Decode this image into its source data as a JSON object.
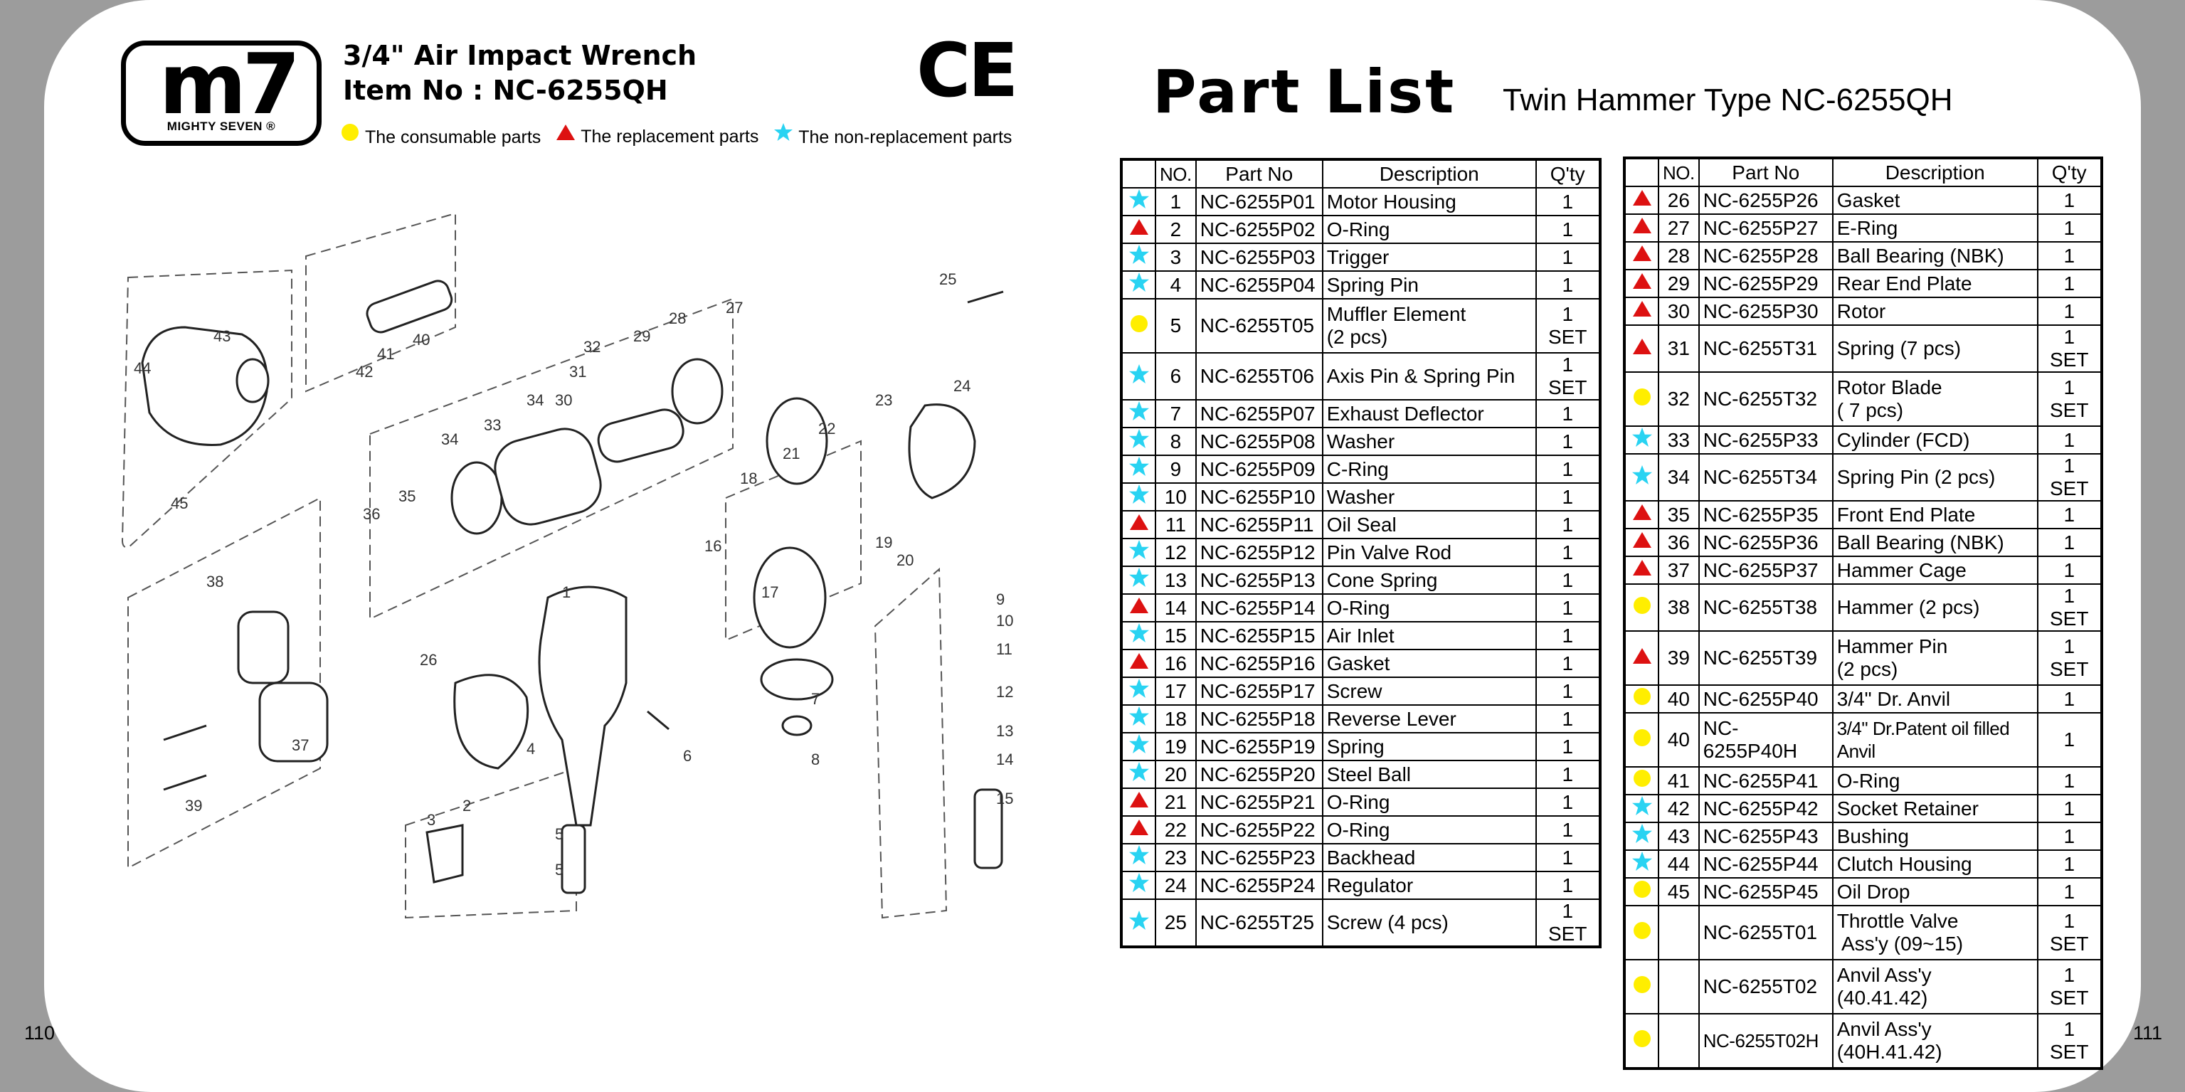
{
  "page_numbers": {
    "left": "110",
    "right": "111"
  },
  "brand": {
    "logo_mark": "m7",
    "logo_subtext": "MIGHTY SEVEN ®"
  },
  "product": {
    "title": "3/4\" Air Impact Wrench",
    "item_label": "Item No : NC-6255QH"
  },
  "certification_mark": "CE",
  "legend": {
    "consumable": {
      "icon": "circle-icon",
      "color": "#ffee00",
      "label": "The consumable parts"
    },
    "replacement": {
      "icon": "triangle-icon",
      "color": "#dd1111",
      "label": "The replacement parts"
    },
    "non_replacement": {
      "icon": "star-icon",
      "color": "#29d3f2",
      "label": "The non-replacement parts"
    }
  },
  "part_list": {
    "title": "Part  List",
    "subtitle": "Twin Hammer Type NC-6255QH"
  },
  "table_headers": {
    "no": "NO.",
    "part_no": "Part No",
    "description": "Description",
    "qty": "Q'ty"
  },
  "diagram_labels": [
    "1",
    "2",
    "3",
    "4",
    "5",
    "5",
    "6",
    "7",
    "8",
    "9",
    "10",
    "11",
    "12",
    "13",
    "14",
    "15",
    "16",
    "17",
    "18",
    "19",
    "20",
    "21",
    "22",
    "23",
    "24",
    "25",
    "26",
    "27",
    "28",
    "29",
    "30",
    "31",
    "32",
    "33",
    "34",
    "34",
    "35",
    "36",
    "37",
    "38",
    "39",
    "40",
    "41",
    "42",
    "43",
    "44",
    "45"
  ],
  "table_left": [
    {
      "type": "star",
      "no": "1",
      "part": "NC-6255P01",
      "desc": "Motor Housing",
      "qty": "1"
    },
    {
      "type": "triangle",
      "no": "2",
      "part": "NC-6255P02",
      "desc": "O-Ring",
      "qty": "1"
    },
    {
      "type": "star",
      "no": "3",
      "part": "NC-6255P03",
      "desc": "Trigger",
      "qty": "1"
    },
    {
      "type": "star",
      "no": "4",
      "part": "NC-6255P04",
      "desc": "Spring Pin",
      "qty": "1"
    },
    {
      "type": "circle",
      "no": "5",
      "part": "NC-6255T05",
      "desc": "Muffler Element",
      "desc2": "(2 pcs)",
      "qty": "1 SET"
    },
    {
      "type": "star",
      "no": "6",
      "part": "NC-6255T06",
      "desc": "Axis Pin & Spring Pin",
      "qty": "1 SET"
    },
    {
      "type": "star",
      "no": "7",
      "part": "NC-6255P07",
      "desc": "Exhaust Deflector",
      "qty": "1"
    },
    {
      "type": "star",
      "no": "8",
      "part": "NC-6255P08",
      "desc": "Washer",
      "qty": "1"
    },
    {
      "type": "star",
      "no": "9",
      "part": "NC-6255P09",
      "desc": "C-Ring",
      "qty": "1"
    },
    {
      "type": "star",
      "no": "10",
      "part": "NC-6255P10",
      "desc": "Washer",
      "qty": "1"
    },
    {
      "type": "triangle",
      "no": "11",
      "part": "NC-6255P11",
      "desc": "Oil Seal",
      "qty": "1"
    },
    {
      "type": "star",
      "no": "12",
      "part": "NC-6255P12",
      "desc": "Pin Valve Rod",
      "qty": "1"
    },
    {
      "type": "star",
      "no": "13",
      "part": "NC-6255P13",
      "desc": "Cone Spring",
      "qty": "1"
    },
    {
      "type": "triangle",
      "no": "14",
      "part": "NC-6255P14",
      "desc": "O-Ring",
      "qty": "1"
    },
    {
      "type": "star",
      "no": "15",
      "part": "NC-6255P15",
      "desc": "Air Inlet",
      "qty": "1"
    },
    {
      "type": "triangle",
      "no": "16",
      "part": "NC-6255P16",
      "desc": "Gasket",
      "qty": "1"
    },
    {
      "type": "star",
      "no": "17",
      "part": "NC-6255P17",
      "desc": "Screw",
      "qty": "1"
    },
    {
      "type": "star",
      "no": "18",
      "part": "NC-6255P18",
      "desc": "Reverse Lever",
      "qty": "1"
    },
    {
      "type": "star",
      "no": "19",
      "part": "NC-6255P19",
      "desc": "Spring",
      "qty": "1"
    },
    {
      "type": "star",
      "no": "20",
      "part": "NC-6255P20",
      "desc": "Steel Ball",
      "qty": "1"
    },
    {
      "type": "triangle",
      "no": "21",
      "part": "NC-6255P21",
      "desc": "O-Ring",
      "qty": "1"
    },
    {
      "type": "triangle",
      "no": "22",
      "part": "NC-6255P22",
      "desc": "O-Ring",
      "qty": "1"
    },
    {
      "type": "star",
      "no": "23",
      "part": "NC-6255P23",
      "desc": "Backhead",
      "qty": "1"
    },
    {
      "type": "star",
      "no": "24",
      "part": "NC-6255P24",
      "desc": "Regulator",
      "qty": "1"
    },
    {
      "type": "star",
      "no": "25",
      "part": "NC-6255T25",
      "desc": "Screw (4 pcs)",
      "qty": "1 SET"
    }
  ],
  "table_right": [
    {
      "type": "triangle",
      "no": "26",
      "part": "NC-6255P26",
      "desc": "Gasket",
      "qty": "1"
    },
    {
      "type": "triangle",
      "no": "27",
      "part": "NC-6255P27",
      "desc": "E-Ring",
      "qty": "1"
    },
    {
      "type": "triangle",
      "no": "28",
      "part": "NC-6255P28",
      "desc": "Ball Bearing (NBK)",
      "qty": "1"
    },
    {
      "type": "triangle",
      "no": "29",
      "part": "NC-6255P29",
      "desc": "Rear End Plate",
      "qty": "1"
    },
    {
      "type": "triangle",
      "no": "30",
      "part": "NC-6255P30",
      "desc": "Rotor",
      "qty": "1"
    },
    {
      "type": "triangle",
      "no": "31",
      "part": "NC-6255T31",
      "desc": "Spring (7 pcs)",
      "qty": "1 SET"
    },
    {
      "type": "circle",
      "no": "32",
      "part": "NC-6255T32",
      "desc": "Rotor Blade",
      "desc2": "( 7 pcs)",
      "qty": "1 SET"
    },
    {
      "type": "star",
      "no": "33",
      "part": "NC-6255P33",
      "desc": "Cylinder (FCD)",
      "qty": "1"
    },
    {
      "type": "star",
      "no": "34",
      "part": "NC-6255T34",
      "desc": "Spring Pin (2 pcs)",
      "qty": "1 SET"
    },
    {
      "type": "triangle",
      "no": "35",
      "part": "NC-6255P35",
      "desc": "Front End Plate",
      "qty": "1"
    },
    {
      "type": "triangle",
      "no": "36",
      "part": "NC-6255P36",
      "desc": "Ball Bearing (NBK)",
      "qty": "1"
    },
    {
      "type": "triangle",
      "no": "37",
      "part": "NC-6255P37",
      "desc": "Hammer Cage",
      "qty": "1"
    },
    {
      "type": "circle",
      "no": "38",
      "part": "NC-6255T38",
      "desc": "Hammer (2 pcs)",
      "qty": "1 SET"
    },
    {
      "type": "triangle",
      "no": "39",
      "part": "NC-6255T39",
      "desc": "Hammer Pin",
      "desc2": "(2 pcs)",
      "qty": "1 SET"
    },
    {
      "type": "circle",
      "no": "40",
      "part": "NC-6255P40",
      "desc": "3/4\" Dr. Anvil",
      "qty": "1"
    },
    {
      "type": "circle",
      "no": "40",
      "part": "NC-6255P40H",
      "desc": "3/4\" Dr.Patent oil filled",
      "desc2": "Anvil",
      "qty": "1",
      "small": true
    },
    {
      "type": "circle",
      "no": "41",
      "part": "NC-6255P41",
      "desc": "O-Ring",
      "qty": "1"
    },
    {
      "type": "star",
      "no": "42",
      "part": "NC-6255P42",
      "desc": "Socket Retainer",
      "qty": "1"
    },
    {
      "type": "star",
      "no": "43",
      "part": "NC-6255P43",
      "desc": "Bushing",
      "qty": "1"
    },
    {
      "type": "star",
      "no": "44",
      "part": "NC-6255P44",
      "desc": "Clutch Housing",
      "qty": "1"
    },
    {
      "type": "circle",
      "no": "45",
      "part": "NC-6255P45",
      "desc": "Oil Drop",
      "qty": "1"
    },
    {
      "type": "circle",
      "no": "",
      "part": "NC-6255T01",
      "desc": "Throttle Valve",
      "desc2": " Ass'y (09~15)",
      "qty": "1 SET"
    },
    {
      "type": "circle",
      "no": "",
      "part": "NC-6255T02",
      "desc": "Anvil Ass'y",
      "desc2": "(40.41.42)",
      "qty": "1 SET"
    },
    {
      "type": "circle",
      "no": "",
      "part": "NC-6255T02H",
      "desc": "Anvil Ass'y",
      "desc2": "(40H.41.42)",
      "qty": "1 SET",
      "small_part": true
    }
  ]
}
